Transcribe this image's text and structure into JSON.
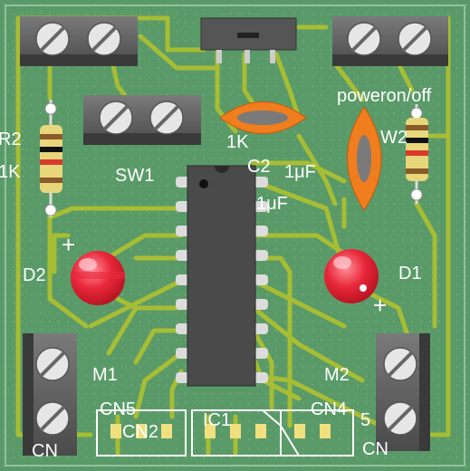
{
  "board": {
    "colors": {
      "substrate": "#5a9a68",
      "trace": "#a7bd34",
      "pad": "#c8c8c8",
      "silk": "#ffffff",
      "chip": "#4a4a4a",
      "led": "#e8283a",
      "capacitor": "#f07d1e"
    },
    "labels": {
      "r2": "R2",
      "r2_value": "1K",
      "sw1": "SW1",
      "c2": "C2",
      "c2_value_a": "1μF",
      "c2_value_b": "1μF",
      "r1_value": "1K",
      "power": "poweron/off",
      "sw2": "W2",
      "d2": "D2",
      "d1": "D1",
      "plus_left": "+",
      "plus_right": "+",
      "m1": "M1",
      "m2": "M2",
      "cn5": "CN5",
      "cn4": "CN4",
      "cn2": "CN2",
      "ic1": "IC1",
      "cn_bottom_left": "CN",
      "cn_bottom_right": "CN",
      "five": "5"
    }
  }
}
